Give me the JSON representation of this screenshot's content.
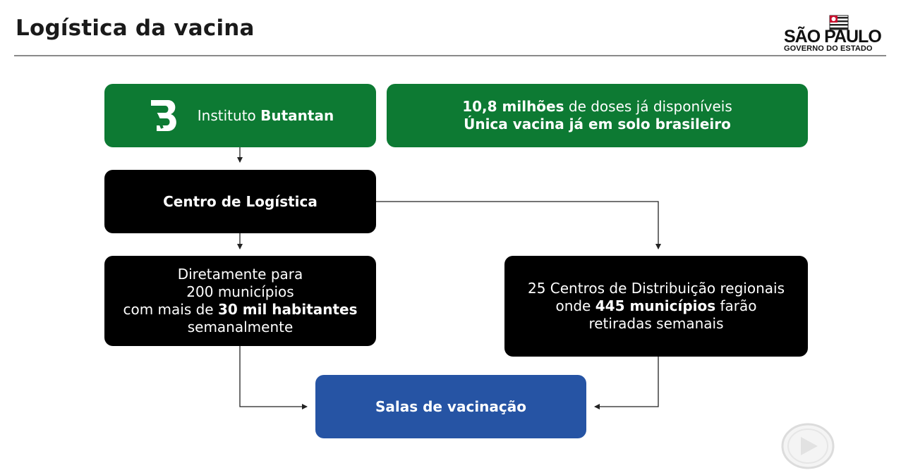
{
  "header": {
    "title": "Logística da vacina",
    "logo_top": "SÃO PAULO",
    "logo_bottom": "GOVERNO DO ESTADO"
  },
  "nodes": {
    "butantan": {
      "prefix": "Instituto ",
      "bold": "Butantan"
    },
    "doses": {
      "line1_bold": "10,8 milhões",
      "line1_rest": " de doses já disponíveis",
      "line2_bold": "Única vacina já em solo brasileiro"
    },
    "centro": {
      "bold": "Centro de Logística"
    },
    "direto": {
      "line1": "Diretamente para",
      "line2": "200 municípios",
      "line3_pre": "com mais de ",
      "line3_bold": "30 mil habitantes",
      "line4": "semanalmente"
    },
    "regionais": {
      "line1": "25 Centros de Distribuição regionais",
      "line2_pre": "onde ",
      "line2_bold": "445 municípios",
      "line2_post": " farão",
      "line3": "retiradas semanais"
    },
    "salas": {
      "bold": "Salas de vacinação"
    }
  },
  "colors": {
    "green": "#0d7a33",
    "black": "#000000",
    "blue": "#2654a4",
    "arrow": "#222222"
  },
  "icons": [
    "butantan-logo-icon",
    "sao-paulo-flag-icon",
    "broadcaster-watermark-icon"
  ]
}
